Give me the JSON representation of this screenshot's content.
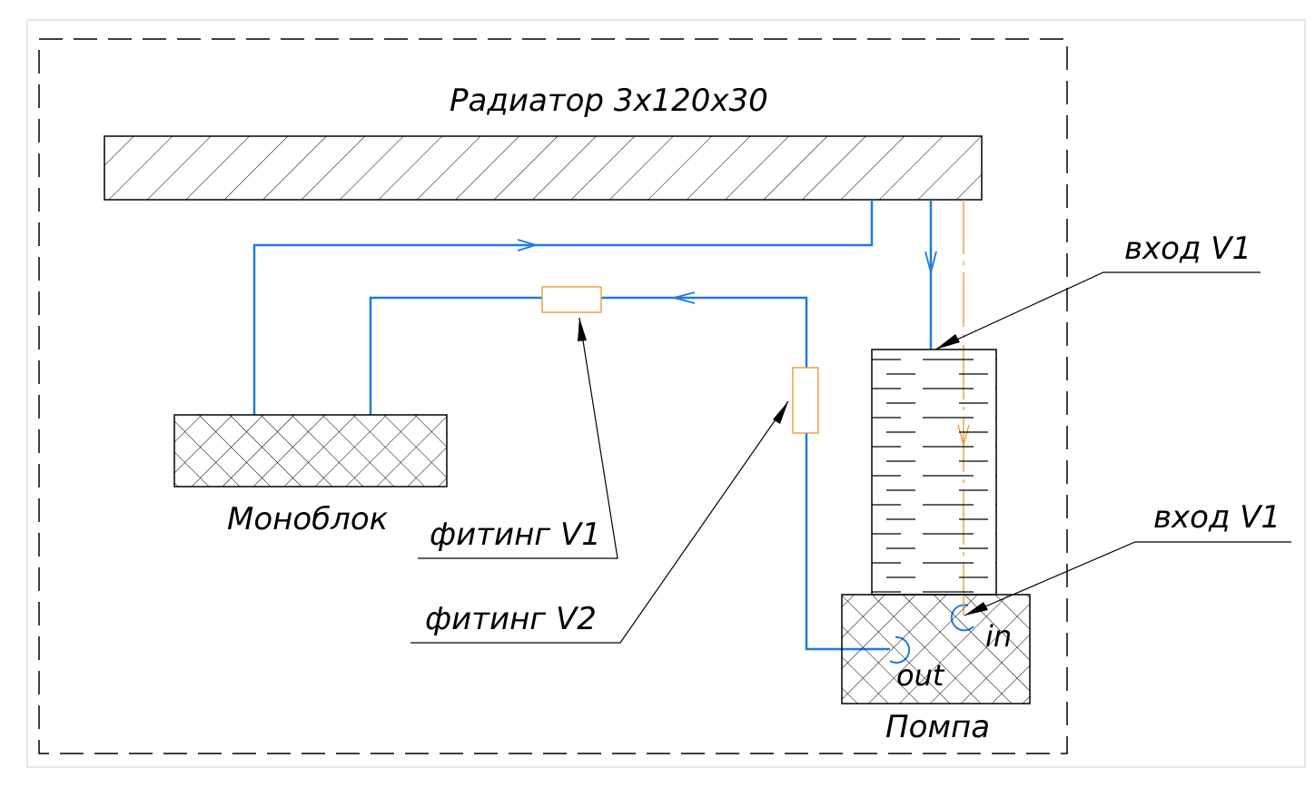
{
  "title": "Радиатор 3x120x30",
  "labels": {
    "monoblock": "Моноблок",
    "pump": "Помпа",
    "in": "in",
    "out": "out",
    "inlet_top": "вход V1",
    "inlet_bottom": "вход V1",
    "fitting_v1": "фитинг V1",
    "fitting_v2": "фитинг V2"
  },
  "colors": {
    "tube": "#1e7be0",
    "fitting": "#e8952a",
    "line": "#000000"
  }
}
